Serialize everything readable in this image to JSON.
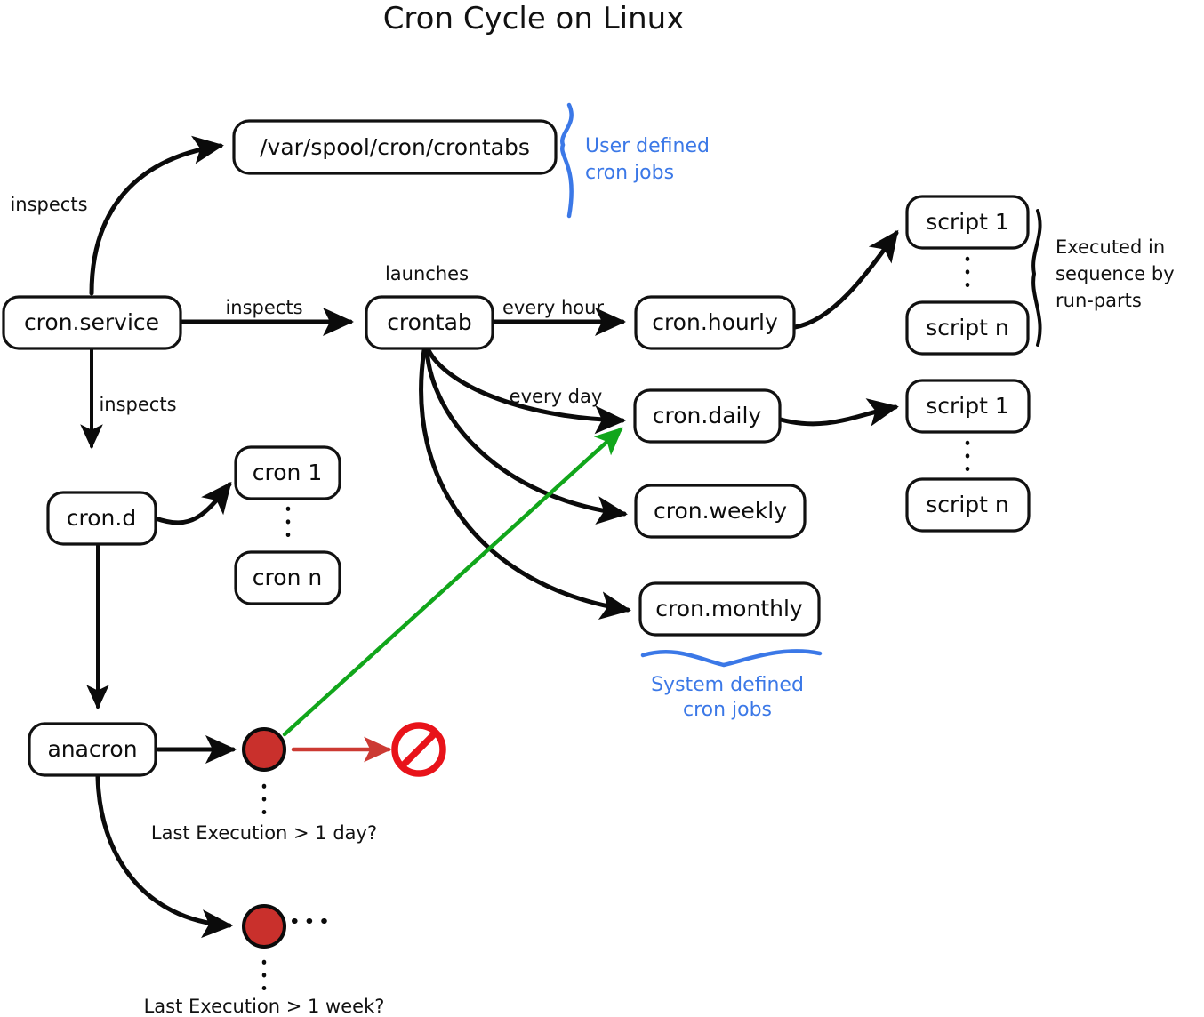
{
  "title": "Cron Cycle on Linux",
  "nodes": {
    "crontabs_dir": "/var/spool/cron/crontabs",
    "cron_service": "cron.service",
    "crontab": "crontab",
    "cron_d": "cron.d",
    "cron_1": "cron 1",
    "cron_n": "cron n",
    "anacron": "anacron",
    "cron_hourly": "cron.hourly",
    "cron_daily": "cron.daily",
    "cron_weekly": "cron.weekly",
    "cron_monthly": "cron.monthly",
    "hourly_script_1": "script 1",
    "hourly_script_n": "script n",
    "daily_script_1": "script 1",
    "daily_script_n": "script n"
  },
  "edge_labels": {
    "inspects_crontabs": "inspects",
    "inspects_crontab": "inspects",
    "inspects_crond": "inspects",
    "launches": "launches",
    "every_hour": "every hour",
    "every_day": "every day"
  },
  "annotations": {
    "user_defined_line1": "User defined",
    "user_defined_line2": "cron jobs",
    "system_defined_line1": "System defined",
    "system_defined_line2": "cron jobs",
    "run_parts_line1": "Executed in",
    "run_parts_line2": "sequence by",
    "run_parts_line3": "run-parts",
    "last_exec_day": "Last Execution > 1 day?",
    "last_exec_week": "Last Execution > 1 week?"
  },
  "icons": {
    "red_dot_day": "red-circle-icon",
    "red_dot_week": "red-circle-icon",
    "no_entry": "no-entry-icon"
  },
  "colors": {
    "blue_annotation": "#3b78e7",
    "green_arrow": "#11a61b",
    "red_arrow": "#cc3a33",
    "red_circle": "#c9302c",
    "no_entry": "#e8131a",
    "stroke": "#0b0b0b"
  }
}
